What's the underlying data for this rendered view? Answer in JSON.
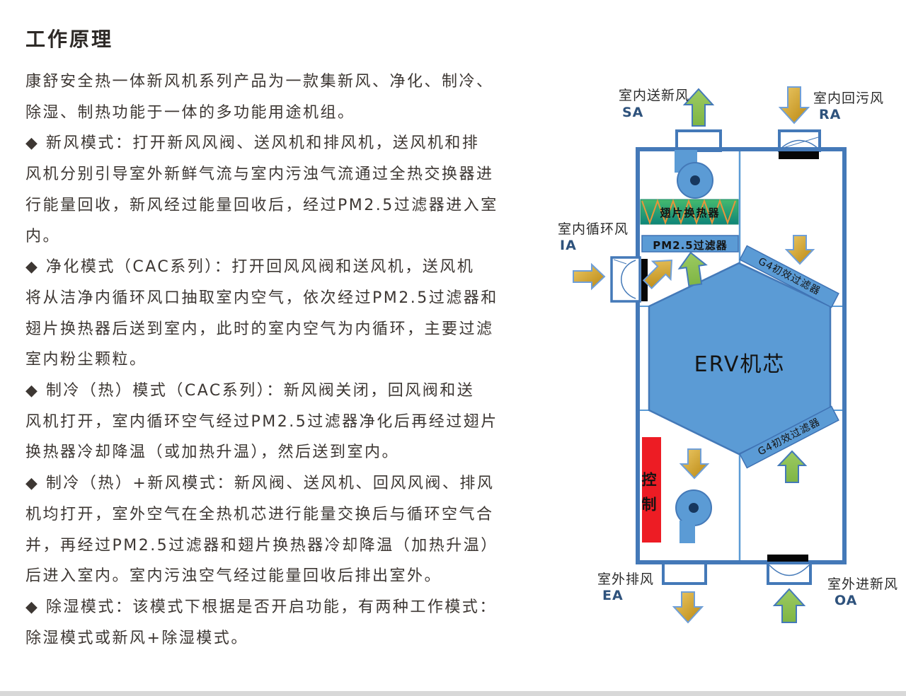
{
  "page": {
    "title": "工作原理",
    "body_lines": [
      "康舒安全热一体新风机系列产品为一款集新风、净化、制冷、",
      "除湿、制热功能于一体的多功能用途机组。",
      "◆ 新风模式：打开新风风阀、送风机和排风机，送风机和排",
      "风机分别引导室外新鲜气流与室内污浊气流通过全热交换器进",
      "行能量回收，新风经过能量回收后，经过PM2.5过滤器进入室",
      "内。",
      "◆ 净化模式（CAC系列）：打开回风风阀和送风机，送风机",
      "将从洁净内循环风口抽取室内空气，依次经过PM2.5过滤器和",
      "翅片换热器后送到室内，此时的室内空气为内循环，主要过滤",
      "室内粉尘颗粒。",
      "◆ 制冷（热）模式（CAC系列）：新风阀关闭，回风阀和送",
      "风机打开，室内循环空气经过PM2.5过滤器净化后再经过翅片",
      "换热器冷却降温（或加热升温），然后送到室内。",
      "◆ 制冷（热）+新风模式：新风阀、送风机、回风风阀、排风",
      "机均打开，室外空气在全热机芯进行能量交换后与循环空气合",
      "并，再经过PM2.5过滤器和翅片换热器冷却降温（加热升温）",
      "后进入室内。室内污浊空气经过能量回收后排出室外。",
      "◆ 除湿模式：该模式下根据是否开启功能，有两种工作模式：",
      "除湿模式或新风+除湿模式。"
    ]
  },
  "diagram": {
    "flows": {
      "sa": {
        "cn": "室内送新风",
        "code": "SA"
      },
      "ra": {
        "cn": "室内回污风",
        "code": "RA"
      },
      "ia": {
        "cn": "室内循环风",
        "code": "IA"
      },
      "ea": {
        "cn": "室外排风",
        "code": "EA"
      },
      "oa": {
        "cn": "室外进新风",
        "code": "OA"
      }
    },
    "components": {
      "fin_heat_exchanger": "翅片换热器",
      "pm25_filter": "PM2.5过滤器",
      "erv_core": "ERV机芯",
      "g4_filter_top": "G4初效过滤器",
      "g4_filter_bottom": "G4初效过滤器",
      "control": "控制"
    },
    "colors": {
      "unit_border_blue": "#4479b8",
      "component_blue": "#5b9bd5",
      "arrow_green": "#8dc051",
      "arrow_gold": "#d9a521",
      "control_red": "#ed1c24",
      "exchanger_green": "#2fa968",
      "zigzag_orange": "#e8953a"
    }
  }
}
